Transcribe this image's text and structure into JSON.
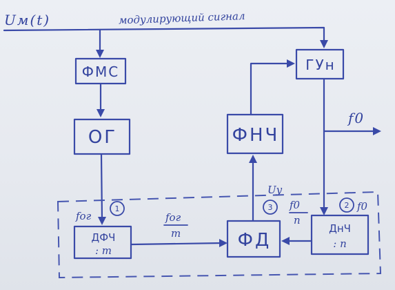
{
  "signal_label": "Uм(t)",
  "modulating_signal": "модулирующий сигнал",
  "blocks": {
    "fms": "ФМС",
    "og": "ОГ",
    "gun": "ГУн",
    "fnch": "ФНЧ",
    "fd": "ФД",
    "dfch_top": "ДФЧ",
    "dfch_bottom": ": m",
    "dnch_top": "ДнЧ",
    "dnch_bottom": ": n"
  },
  "labels": {
    "f0_out": "f0",
    "uy": "Uу",
    "f_og_left": "fог",
    "f_og_mid_num": "fог",
    "f_og_mid_den": "m",
    "f0_n_num": "f0",
    "f0_n_den": "n",
    "mark_1": "1",
    "mark_2": "2",
    "mark_3": "3",
    "f0_right": "f0"
  },
  "colors": {
    "ink": "#3a4aa8",
    "paper": "#e9ecf1"
  }
}
